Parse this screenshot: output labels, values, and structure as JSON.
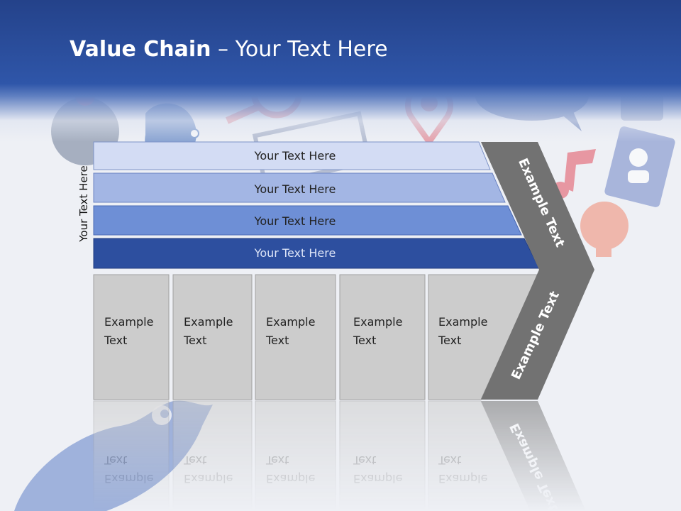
{
  "slide": {
    "title_bold": "Value Chain",
    "title_rest": " – Your Text Here",
    "side_label": "Your Text Here"
  },
  "bands": [
    {
      "label": "Your Text Here",
      "color": "#d3dcf4"
    },
    {
      "label": "Your Text Here",
      "color": "#a3b6e4"
    },
    {
      "label": "Your Text Here",
      "color": "#6e8fd6"
    },
    {
      "label": "Your Text Here",
      "color": "#2d4f9f"
    }
  ],
  "boxes": [
    {
      "line1": "Example",
      "line2": "Text"
    },
    {
      "line1": "Example",
      "line2": "Text"
    },
    {
      "line1": "Example",
      "line2": "Text"
    },
    {
      "line1": "Example",
      "line2": "Text"
    },
    {
      "line1": "Example",
      "line2": "Text"
    }
  ],
  "chevron": {
    "upper_text": "Example Text",
    "lower_text": "Example Text",
    "color": "#727272"
  },
  "colors": {
    "header": "#2f56a9",
    "box_fill": "#cccccc",
    "box_border": "#a0a0a0"
  },
  "background_icons": [
    "twitter-bird-icon",
    "search-icon",
    "location-pin-icon",
    "chat-bubble-icon",
    "contact-book-icon",
    "music-note-icon",
    "lightbulb-icon",
    "envelope-icon",
    "thumbs-up-icon"
  ]
}
